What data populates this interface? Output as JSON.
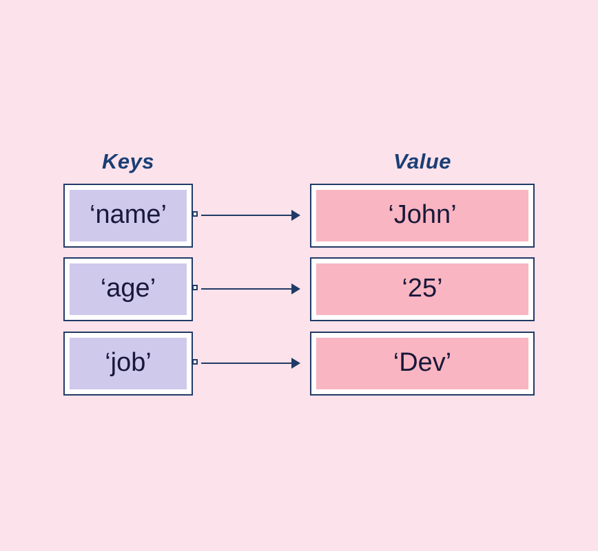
{
  "titles": {
    "keys": "Keys",
    "value": "Value"
  },
  "rows": [
    {
      "key": "‘name’",
      "value": "‘John’"
    },
    {
      "key": "‘age’",
      "value": "‘25’"
    },
    {
      "key": "‘job’",
      "value": "‘Dev’"
    }
  ],
  "colors": {
    "page-bg": "#fce2ea",
    "key-fill": "#cfc9ec",
    "value-fill": "#f9b5c1",
    "box-border": "#203a66",
    "box-bg": "#ffffff",
    "text": "#18183a",
    "title": "#1a3e75",
    "arrow": "#203a66"
  }
}
